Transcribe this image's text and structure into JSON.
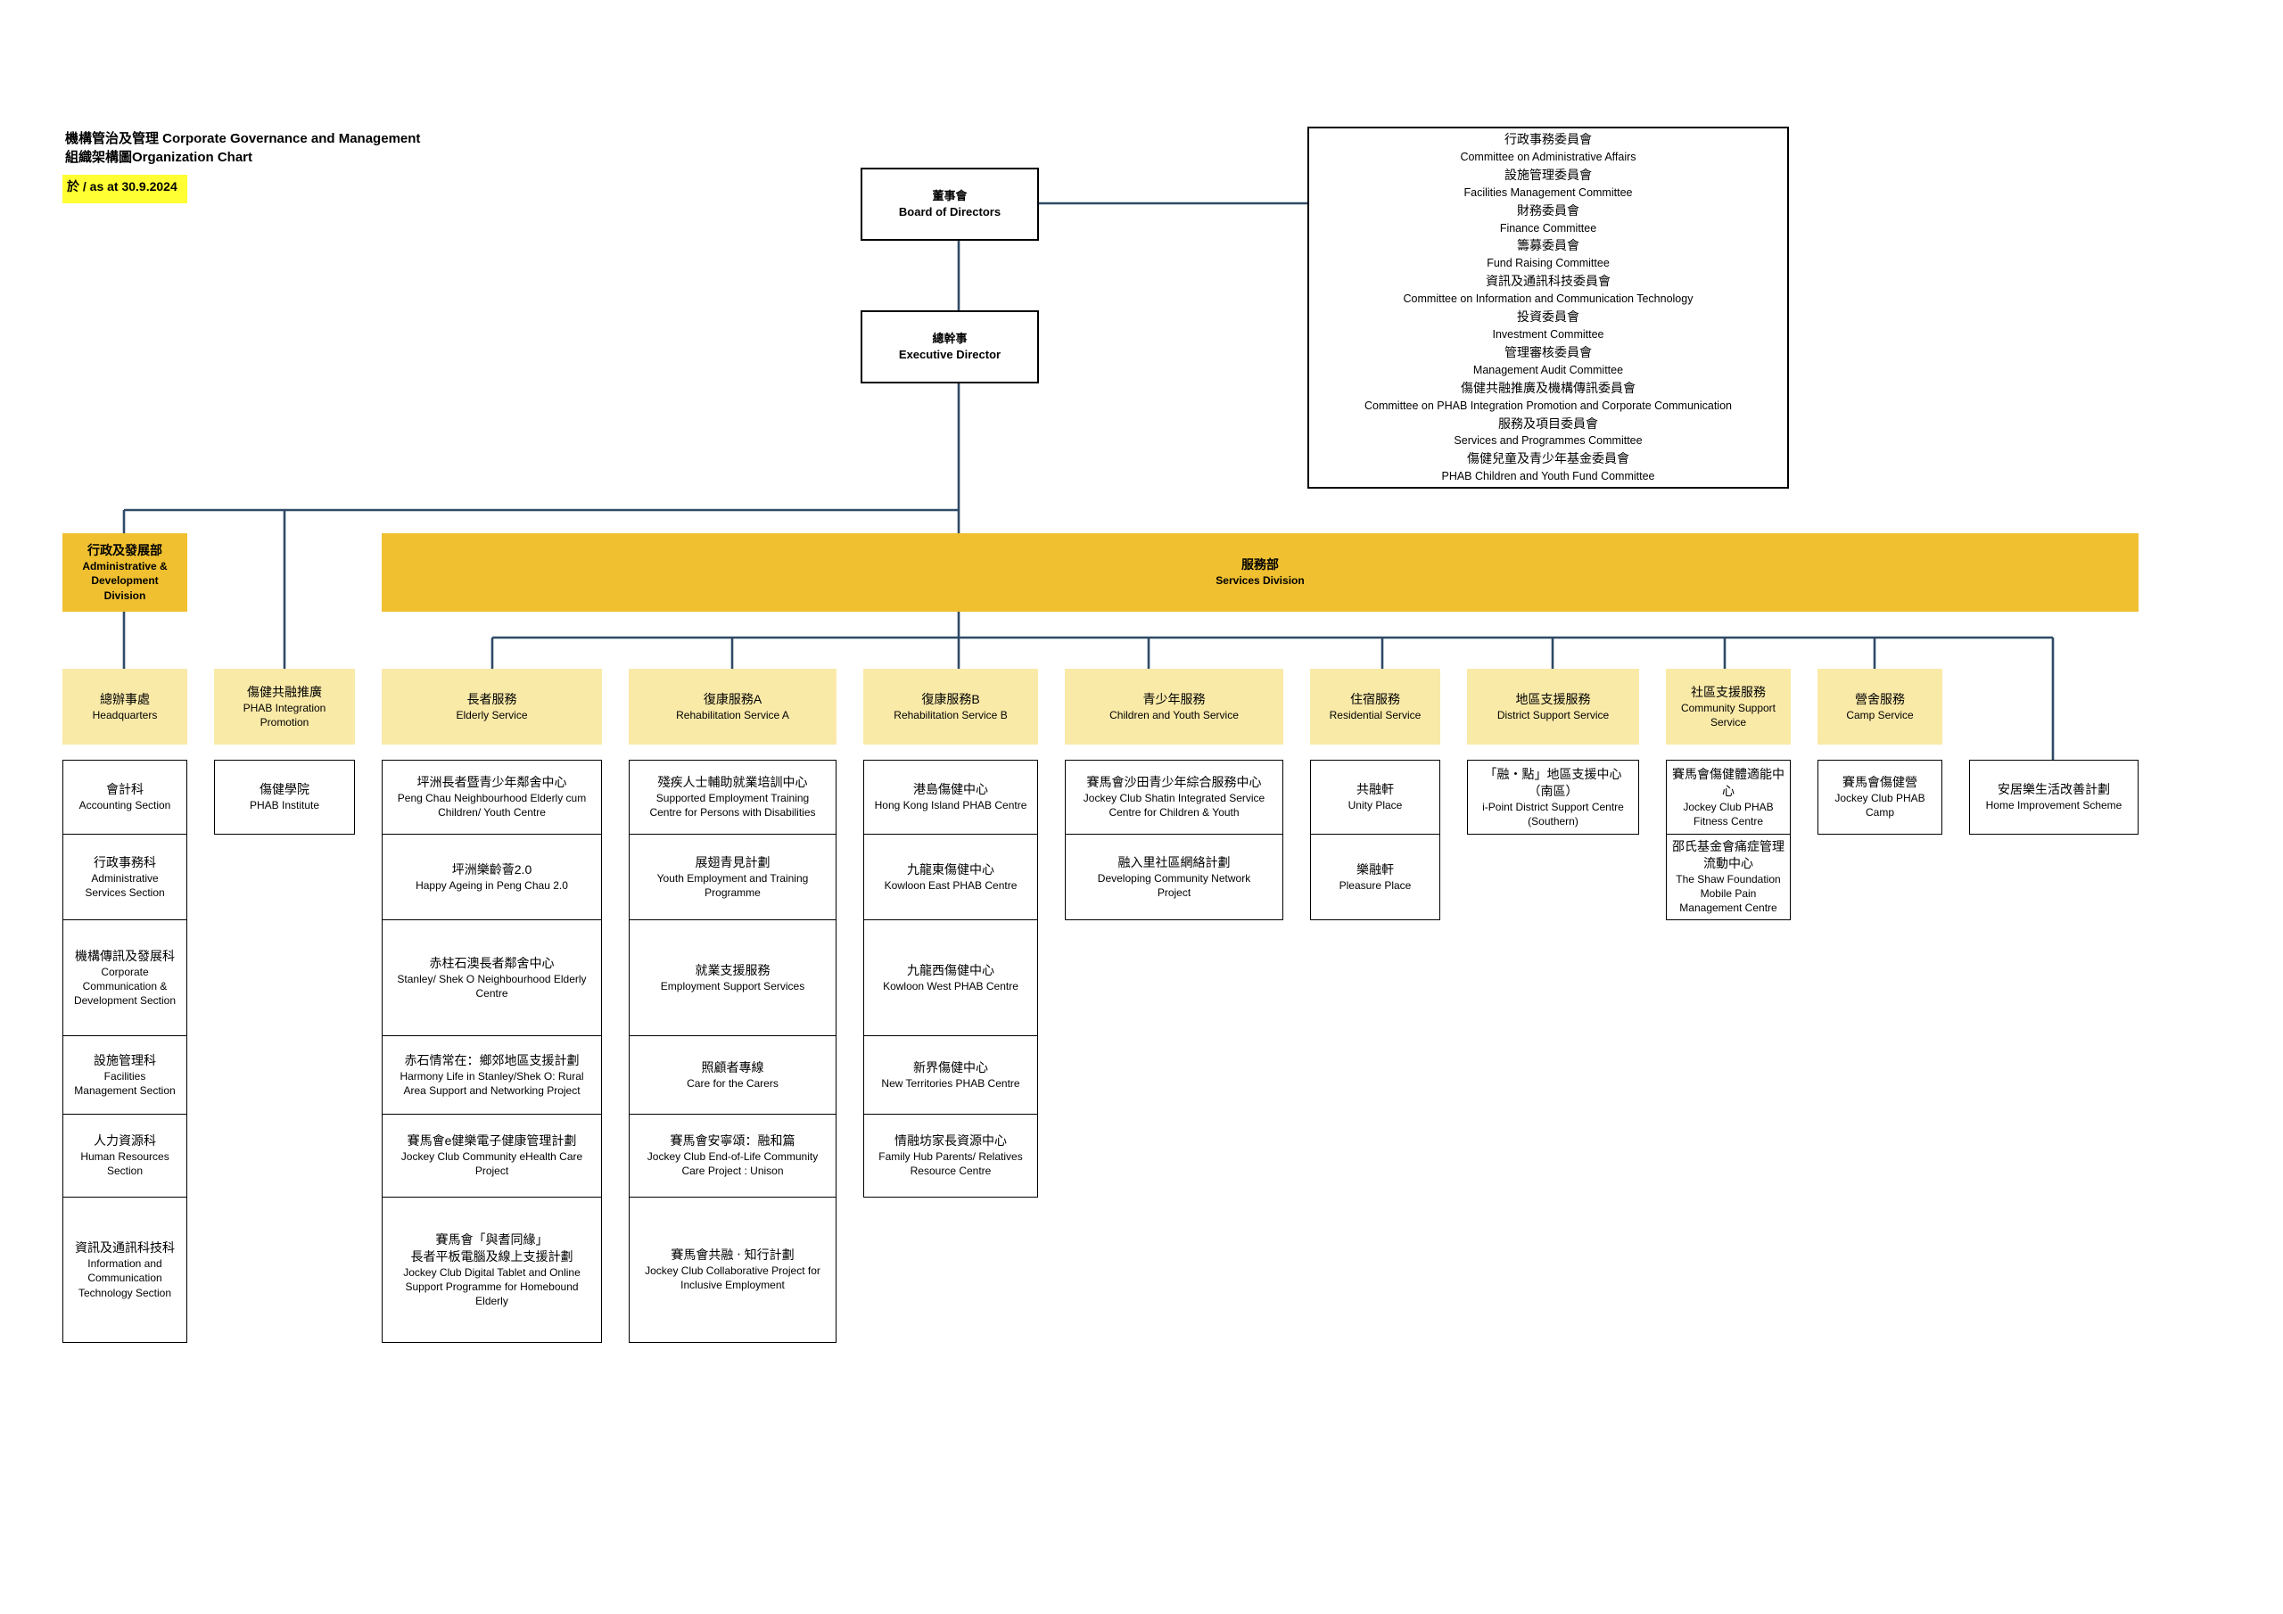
{
  "header": {
    "title_line1": "機構管治及管理 Corporate Governance and Management",
    "title_line2": "組織架構圖Organization Chart",
    "date": "於 / as at 30.9.2024"
  },
  "board": {
    "zh": "董事會",
    "en": "Board of Directors"
  },
  "executive": {
    "zh": "總幹事",
    "en": "Executive Director"
  },
  "committees": [
    {
      "zh": "行政事務委員會",
      "en": "Committee on Administrative Affairs"
    },
    {
      "zh": "設施管理委員會",
      "en": "Facilities Management Committee"
    },
    {
      "zh": "財務委員會",
      "en": "Finance Committee"
    },
    {
      "zh": "籌募委員會",
      "en": "Fund Raising Committee"
    },
    {
      "zh": "資訊及通訊科技委員會",
      "en": "Committee on Information and Communication Technology"
    },
    {
      "zh": "投資委員會",
      "en": "Investment Committee"
    },
    {
      "zh": "管理審核委員會",
      "en": "Management Audit Committee"
    },
    {
      "zh": "傷健共融推廣及機構傳訊委員會",
      "en": "Committee on PHAB Integration Promotion and Corporate Communication"
    },
    {
      "zh": "服務及項目委員會",
      "en": "Services and Programmes Committee"
    },
    {
      "zh": "傷健兒童及青少年基金委員會",
      "en": "PHAB Children and Youth Fund Committee"
    }
  ],
  "admin_division": {
    "zh": "行政及發展部",
    "en1": "Administrative &",
    "en2": "Development",
    "en3": "Division"
  },
  "services_division": {
    "zh": "服務部",
    "en": "Services Division"
  },
  "headquarters": {
    "zh": "總辦事處",
    "en": "Headquarters",
    "sections": [
      {
        "zh": "會計科",
        "en": [
          "Accounting Section"
        ]
      },
      {
        "zh": "行政事務科",
        "en": [
          "Administrative",
          "Services Section"
        ]
      },
      {
        "zh": "機構傳訊及發展科",
        "en": [
          "Corporate",
          "Communication &",
          "Development Section"
        ]
      },
      {
        "zh": "設施管理科",
        "en": [
          "Facilities",
          "Management Section"
        ]
      },
      {
        "zh": "人力資源科",
        "en": [
          "Human Resources",
          "Section"
        ]
      },
      {
        "zh": "資訊及通訊科技科",
        "en": [
          "Information and",
          "Communication",
          "Technology Section"
        ]
      }
    ]
  },
  "phab_integration": {
    "zh": "傷健共融推廣",
    "en1": "PHAB Integration",
    "en2": "Promotion",
    "units": [
      {
        "zh": "傷健學院",
        "en": [
          "PHAB Institute"
        ]
      }
    ]
  },
  "elderly": {
    "zh": "長者服務",
    "en": "Elderly Service",
    "units": [
      {
        "zh": "坪洲長者暨青少年鄰舍中心",
        "en": [
          "Peng Chau Neighbourhood Elderly cum",
          "Children/ Youth Centre"
        ]
      },
      {
        "zh": "坪洲樂齡薈2.0",
        "en": [
          "Happy Ageing in Peng Chau 2.0"
        ]
      },
      {
        "zh": "赤柱石澳長者鄰舍中心",
        "en": [
          "Stanley/ Shek O Neighbourhood Elderly",
          "Centre"
        ]
      },
      {
        "zh": "赤石情常在：鄉郊地區支援計劃",
        "en": [
          "Harmony Life in Stanley/Shek O: Rural",
          "Area Support and Networking Project"
        ]
      },
      {
        "zh": "賽馬會e健樂電子健康管理計劃",
        "en": [
          "Jockey Club Community eHealth Care",
          "Project"
        ]
      },
      {
        "zh": "賽馬會「與耆同緣」",
        "zh2": "長者平板電腦及線上支援計劃",
        "en": [
          "Jockey Club Digital Tablet and Online",
          "Support Programme for Homebound",
          "Elderly"
        ]
      }
    ]
  },
  "rehab_a": {
    "zh": "復康服務A",
    "en": "Rehabilitation Service A",
    "units": [
      {
        "zh": "殘疾人士輔助就業培訓中心",
        "en": [
          "Supported Employment Training",
          "Centre for Persons with Disabilities"
        ]
      },
      {
        "zh": "展翅青見計劃",
        "en": [
          "Youth Employment and Training",
          "Programme"
        ]
      },
      {
        "zh": "就業支援服務",
        "en": [
          "Employment Support Services"
        ]
      },
      {
        "zh": "照顧者專線",
        "en": [
          "Care for the Carers"
        ]
      },
      {
        "zh": "賽馬會安寧頌：融和篇",
        "en": [
          "Jockey Club End-of-Life Community",
          "Care Project : Unison"
        ]
      },
      {
        "zh": "賽馬會共融 ‧ 知行計劃",
        "en": [
          "Jockey Club Collaborative Project for",
          "Inclusive Employment"
        ]
      }
    ]
  },
  "rehab_b": {
    "zh": "復康服務B",
    "en": "Rehabilitation Service B",
    "units": [
      {
        "zh": "港島傷健中心",
        "en": [
          "Hong Kong Island PHAB Centre"
        ]
      },
      {
        "zh": "九龍東傷健中心",
        "en": [
          "Kowloon East PHAB Centre"
        ]
      },
      {
        "zh": "九龍西傷健中心",
        "en": [
          "Kowloon West PHAB Centre"
        ]
      },
      {
        "zh": "新界傷健中心",
        "en": [
          "New Territories PHAB Centre"
        ]
      },
      {
        "zh": "情融坊家長資源中心",
        "en": [
          "Family Hub Parents/ Relatives",
          "Resource Centre"
        ]
      }
    ]
  },
  "youth": {
    "zh": "青少年服務",
    "en": "Children and Youth Service",
    "units": [
      {
        "zh": "賽馬會沙田青少年綜合服務中心",
        "en": [
          "Jockey Club Shatin Integrated Service",
          "Centre for Children & Youth"
        ]
      },
      {
        "zh": "融入里社區網絡計劃",
        "en": [
          "Developing Community Network",
          "Project"
        ]
      }
    ]
  },
  "residential": {
    "zh": "住宿服務",
    "en": "Residential Service",
    "units": [
      {
        "zh": "共融軒",
        "en": [
          "Unity Place"
        ]
      },
      {
        "zh": "樂融軒",
        "en": [
          "Pleasure Place"
        ]
      }
    ]
  },
  "district": {
    "zh": "地區支援服務",
    "en": "District Support Service",
    "units": [
      {
        "zh": "「融・點」地區支援中心",
        "zh2": "（南區）",
        "en": [
          "i-Point District Support Centre",
          "(Southern)"
        ]
      }
    ]
  },
  "community": {
    "zh": "社區支援服務",
    "en1": "Community Support",
    "en2": "Service",
    "units": [
      {
        "zh": "賽馬會傷健體適能中",
        "zh2": "心",
        "en": [
          "Jockey Club PHAB",
          "Fitness Centre"
        ]
      },
      {
        "zh": "邵氏基金會痛症管理",
        "zh2": "流動中心",
        "en": [
          "The Shaw Foundation",
          "Mobile Pain",
          "Management Centre"
        ]
      }
    ]
  },
  "camp": {
    "zh": "營舍服務",
    "en": "Camp Service",
    "units": [
      {
        "zh": "賽馬會傷健營",
        "en": [
          "Jockey Club PHAB",
          "Camp"
        ]
      }
    ]
  },
  "home_improvement": {
    "zh": "安居樂生活改善計劃",
    "en": [
      "Home Improvement Scheme"
    ]
  }
}
